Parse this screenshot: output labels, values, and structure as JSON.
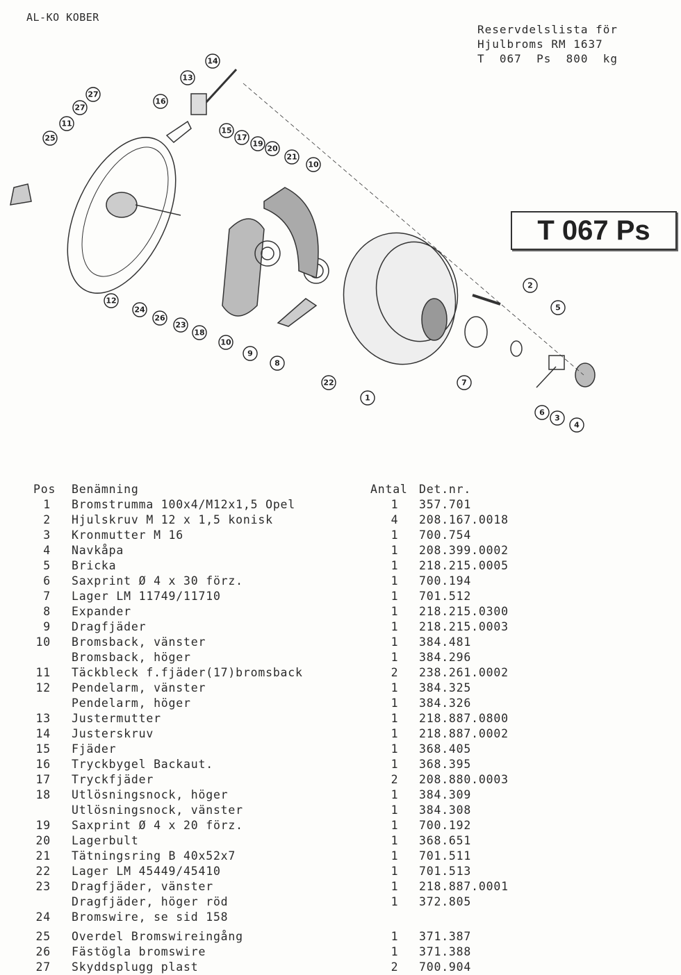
{
  "header": {
    "brand": "AL-KO KOBER",
    "title_lines": [
      "Reservdelslista för",
      "Hjulbroms RM 1637",
      "T  067  Ps  800  kg"
    ],
    "model_box": "T 067 Ps"
  },
  "diagram": {
    "callouts": [
      "14",
      "13",
      "27",
      "16",
      "27",
      "11",
      "25",
      "15",
      "17",
      "19",
      "20",
      "21",
      "10",
      "2",
      "5",
      "12",
      "24",
      "26",
      "23",
      "18",
      "10",
      "9",
      "8",
      "22",
      "7",
      "1",
      "6",
      "3",
      "4"
    ]
  },
  "table": {
    "headers": {
      "pos": "Pos",
      "name": "Benämning",
      "antal": "Antal",
      "det": "Det.nr."
    },
    "rows": [
      {
        "pos": "1",
        "name": "Bromstrumma 100x4/M12x1,5 Opel",
        "antal": "1",
        "det": "357.701"
      },
      {
        "pos": "2",
        "name": "Hjulskruv M 12 x 1,5 konisk",
        "antal": "4",
        "det": "208.167.0018"
      },
      {
        "pos": "3",
        "name": "Kronmutter M 16",
        "antal": "1",
        "det": "700.754"
      },
      {
        "pos": "4",
        "name": "Navkåpa",
        "antal": "1",
        "det": "208.399.0002"
      },
      {
        "pos": "5",
        "name": "Bricka",
        "antal": "1",
        "det": "218.215.0005"
      },
      {
        "pos": "6",
        "name": "Saxprint Ø 4 x 30 förz.",
        "antal": "1",
        "det": "700.194"
      },
      {
        "pos": "7",
        "name": "Lager LM 11749/11710",
        "antal": "1",
        "det": "701.512"
      },
      {
        "pos": "8",
        "name": "Expander",
        "antal": "1",
        "det": "218.215.0300"
      },
      {
        "pos": "9",
        "name": "Dragfjäder",
        "antal": "1",
        "det": "218.215.0003"
      },
      {
        "pos": "10",
        "name": "Bromsback, vänster",
        "antal": "1",
        "det": "384.481"
      },
      {
        "pos": "",
        "name": "Bromsback, höger",
        "antal": "1",
        "det": "384.296"
      },
      {
        "pos": "11",
        "name": "Täckbleck f.fjäder(17)bromsback",
        "antal": "2",
        "det": "238.261.0002"
      },
      {
        "pos": "12",
        "name": "Pendelarm, vänster",
        "antal": "1",
        "det": "384.325"
      },
      {
        "pos": "",
        "name": "Pendelarm, höger",
        "antal": "1",
        "det": "384.326"
      },
      {
        "pos": "13",
        "name": "Justermutter",
        "antal": "1",
        "det": "218.887.0800"
      },
      {
        "pos": "14",
        "name": "Justerskruv",
        "antal": "1",
        "det": "218.887.0002"
      },
      {
        "pos": "15",
        "name": "Fjäder",
        "antal": "1",
        "det": "368.405"
      },
      {
        "pos": "16",
        "name": "Tryckbygel Backaut.",
        "antal": "1",
        "det": "368.395"
      },
      {
        "pos": "17",
        "name": "Tryckfjäder",
        "antal": "2",
        "det": "208.880.0003"
      },
      {
        "pos": "18",
        "name": "Utlösningsnock, höger",
        "antal": "1",
        "det": "384.309"
      },
      {
        "pos": "",
        "name": "Utlösningsnock, vänster",
        "antal": "1",
        "det": "384.308"
      },
      {
        "pos": "19",
        "name": "Saxprint Ø 4 x 20 förz.",
        "antal": "1",
        "det": "700.192"
      },
      {
        "pos": "20",
        "name": "Lagerbult",
        "antal": "1",
        "det": "368.651"
      },
      {
        "pos": "21",
        "name": "Tätningsring B 40x52x7",
        "antal": "1",
        "det": "701.511"
      },
      {
        "pos": "22",
        "name": "Lager LM 45449/45410",
        "antal": "1",
        "det": "701.513"
      },
      {
        "pos": "23",
        "name": "Dragfjäder, vänster",
        "antal": "1",
        "det": "218.887.0001"
      },
      {
        "pos": "",
        "name": "Dragfjäder, höger röd",
        "antal": "1",
        "det": "372.805"
      },
      {
        "pos": "24",
        "name": "Bromswire, se sid 158",
        "antal": "",
        "det": ""
      },
      {
        "pos": "25",
        "name": "Overdel Bromswireingång",
        "antal": "1",
        "det": "371.387"
      },
      {
        "pos": "26",
        "name": "Fästögla bromswire",
        "antal": "1",
        "det": "371.388"
      },
      {
        "pos": "27",
        "name": "Skyddsplugg plast",
        "antal": "2",
        "det": "700.904"
      }
    ]
  }
}
